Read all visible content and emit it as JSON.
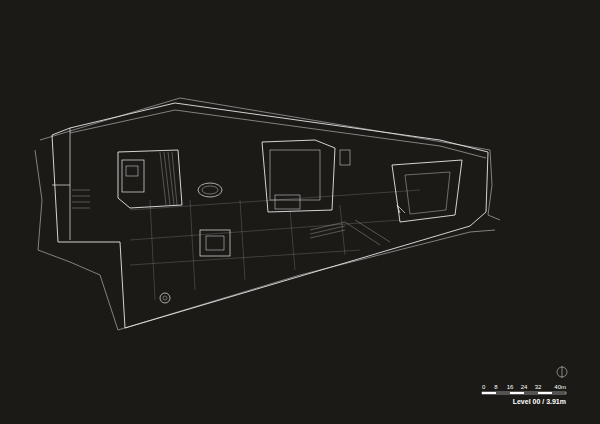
{
  "diagram": {
    "labels": [
      "0",
      "8",
      "16",
      "24",
      "32",
      "40m",
      "Level 00 / 3.91m"
    ]
  }
}
